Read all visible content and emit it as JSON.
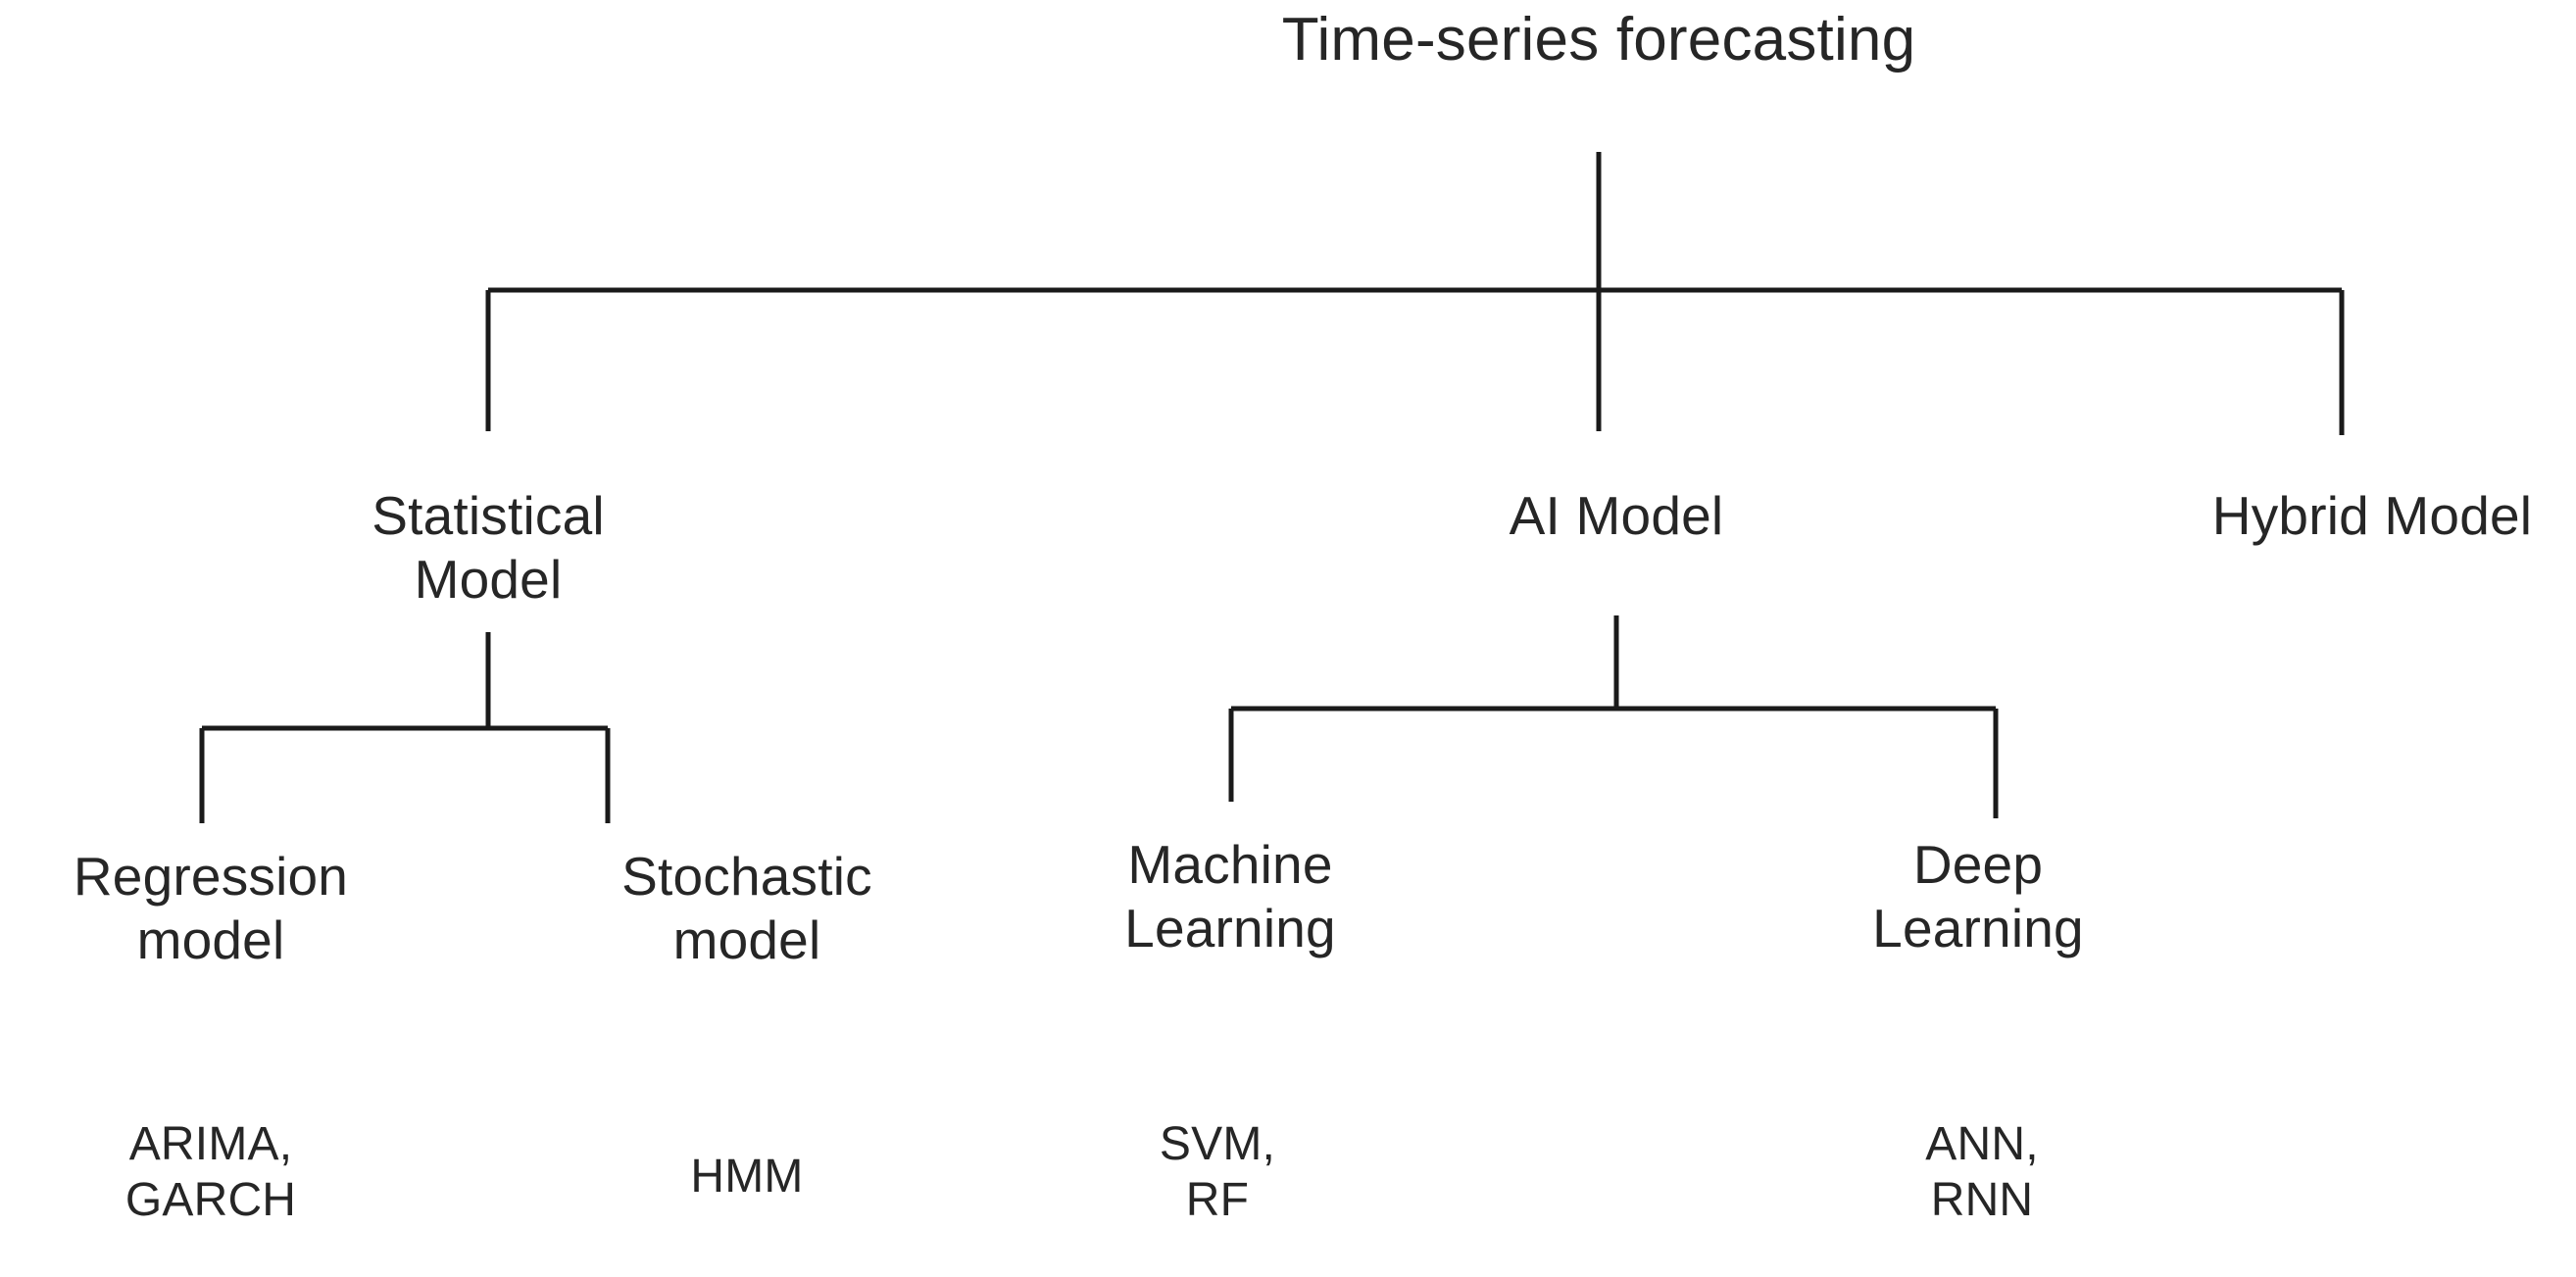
{
  "diagram": {
    "title": "Time-series forecasting",
    "type": "hierarchy-tree",
    "background_color": "#ffffff",
    "line_color": "#1a1a1a",
    "text_color": "#262626",
    "levels": 4,
    "root": {
      "id": "time-series-forecasting",
      "label": "Time-series forecasting"
    },
    "branches": [
      {
        "id": "statistical-model",
        "label": "Statistical\nModel",
        "children": [
          {
            "id": "regression-model",
            "label": "Regression\nmodel",
            "examples": "ARIMA,\nGARCH"
          },
          {
            "id": "stochastic-model",
            "label": "Stochastic\nmodel",
            "examples": "HMM"
          }
        ]
      },
      {
        "id": "ai-model",
        "label": "AI Model",
        "children": [
          {
            "id": "machine-learning",
            "label": "Machine\nLearning",
            "examples": "SVM,\nRF"
          },
          {
            "id": "deep-learning",
            "label": "Deep\nLearning",
            "examples": "ANN,\nRNN"
          }
        ]
      },
      {
        "id": "hybrid-model",
        "label": "Hybrid Model",
        "children": []
      }
    ]
  },
  "chart_data": {
    "type": "table",
    "title": "Time-series forecasting",
    "xlabel": "",
    "ylabel": "",
    "categories": [
      "Statistical Model",
      "AI Model",
      "Hybrid Model"
    ],
    "rows": [
      {
        "level1": "Statistical Model",
        "level2": "Regression model",
        "level3": "ARIMA, GARCH"
      },
      {
        "level1": "Statistical Model",
        "level2": "Stochastic model",
        "level3": "HMM"
      },
      {
        "level1": "AI Model",
        "level2": "Machine Learning",
        "level3": "SVM, RF"
      },
      {
        "level1": "AI Model",
        "level2": "Deep Learning",
        "level3": "ANN, RNN"
      },
      {
        "level1": "Hybrid Model",
        "level2": "",
        "level3": ""
      }
    ]
  }
}
